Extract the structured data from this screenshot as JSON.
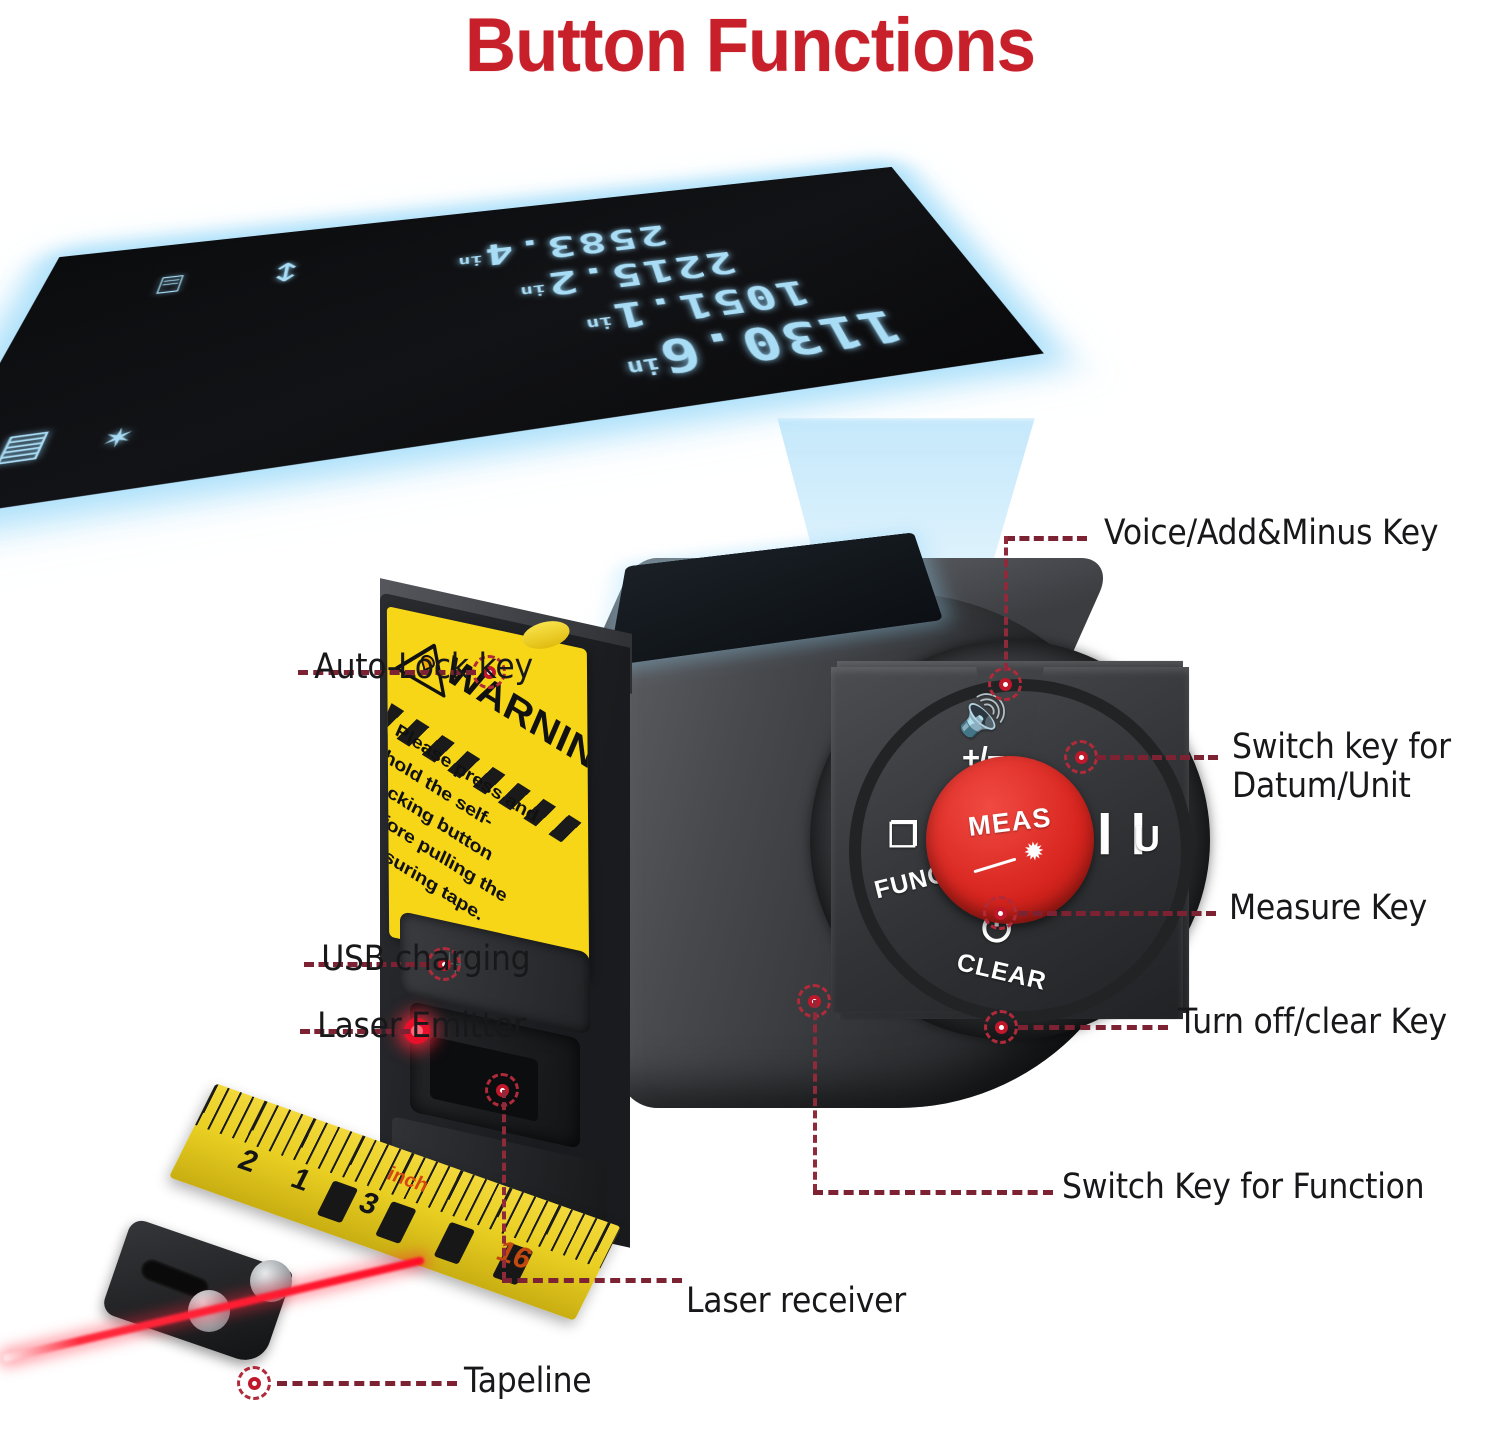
{
  "page": {
    "title": "Button Functions",
    "title_color": "#c8202a",
    "accent_dash_color": "#7c2233",
    "laser_color": "#ff0f28"
  },
  "display": {
    "readings": [
      {
        "value": "1130.6",
        "unit": "in"
      },
      {
        "value": "1051.1",
        "unit": "in"
      },
      {
        "value": "2215.2",
        "unit": "in"
      },
      {
        "value": "2583.4",
        "unit": "in"
      }
    ],
    "icons": [
      {
        "name": "battery-icon",
        "glyph": "▤"
      },
      {
        "name": "mute-speaker-icon",
        "glyph": "✶"
      },
      {
        "name": "measure-arrow-icon",
        "glyph": "↕"
      },
      {
        "name": "datum-reference-icon",
        "glyph": "⌸"
      }
    ]
  },
  "keypad": {
    "voice_key": {
      "speaker_icon": "🔊",
      "plus_minus_label": "+/−"
    },
    "unit_key": {
      "icon_bars": "❙❙",
      "icon_letter": "U"
    },
    "measure_key": {
      "label": "MEAS",
      "laser_burst": "✹"
    },
    "function_key": {
      "icon": "❐",
      "label": "FUNC"
    },
    "power_key": {
      "icon": "⏻",
      "label": "CLEAR"
    }
  },
  "warning_label": {
    "heading": "WARNING",
    "triangle_icon": "⚠",
    "body": "Please press and hold the self-locking button before pulling the measuring tape."
  },
  "tape": {
    "unit_mark": "inch",
    "numbers": [
      "1",
      "2",
      "3",
      "16"
    ]
  },
  "ports": {
    "usb_symbol": "⑂"
  },
  "callouts": {
    "left": [
      {
        "name": "auto-lock-key",
        "label": "Auto-Lock key"
      },
      {
        "name": "usb-charging",
        "label": "USB charging"
      },
      {
        "name": "laser-emitter",
        "label": "Laser Emitter"
      }
    ],
    "right": [
      {
        "name": "voice-add-minus-key",
        "label": "Voice/Add&Minus Key"
      },
      {
        "name": "datum-unit-switch-key",
        "line1": "Switch key for",
        "line2": "Datum/Unit"
      },
      {
        "name": "measure-key",
        "label": "Measure Key"
      },
      {
        "name": "turn-off-clear-key",
        "label": "Turn off/clear Key"
      },
      {
        "name": "function-switch-key",
        "label": "Switch Key for Function"
      }
    ],
    "bottom": [
      {
        "name": "laser-receiver",
        "label": "Laser receiver"
      },
      {
        "name": "tapeline",
        "label": "Tapeline"
      }
    ]
  }
}
